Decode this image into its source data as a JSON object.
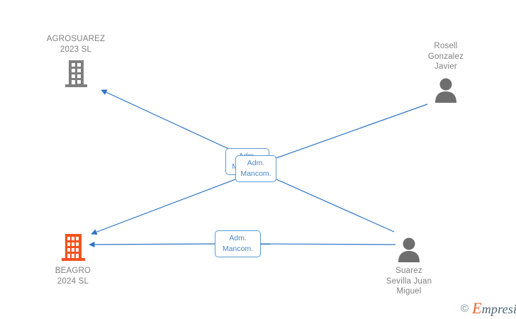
{
  "diagram": {
    "type": "corporate-relationship-graph",
    "background_color": "#ffffff",
    "edge_color": "#2f75c4",
    "nodes": [
      {
        "id": "agrosuarez",
        "kind": "company",
        "icon": "building-icon",
        "icon_color": "#7f7f7f",
        "label": "AGROSUAREZ\n2023  SL",
        "label_color": "#808080"
      },
      {
        "id": "rosell",
        "kind": "person",
        "icon": "person-icon",
        "icon_color": "#6e6e6e",
        "label": "Rosell\nGonzalez\nJavier",
        "label_color": "#808080"
      },
      {
        "id": "beagro",
        "kind": "company",
        "icon": "building-icon",
        "icon_color": "#f4511e",
        "label": "BEAGRO\n2024  SL",
        "label_color": "#808080"
      },
      {
        "id": "suarez",
        "kind": "person",
        "icon": "person-icon",
        "icon_color": "#6e6e6e",
        "label": "Suarez\nSevilla Juan\nMiguel",
        "label_color": "#808080"
      }
    ],
    "relations": [
      {
        "id": "rel-center-back",
        "label": "Adm.\nMancom.",
        "from": "rosell",
        "to": "agrosuarez"
      },
      {
        "id": "rel-center-front",
        "label": "Adm.\nMancom.",
        "from": "suarez",
        "to": "agrosuarez"
      },
      {
        "id": "rel-bottom",
        "label": "Adm.\nMancom.",
        "from": "suarez",
        "to": "beagro"
      }
    ]
  },
  "watermark": {
    "copyright": "©",
    "brand_first": "E",
    "brand_rest": "mpresia"
  }
}
